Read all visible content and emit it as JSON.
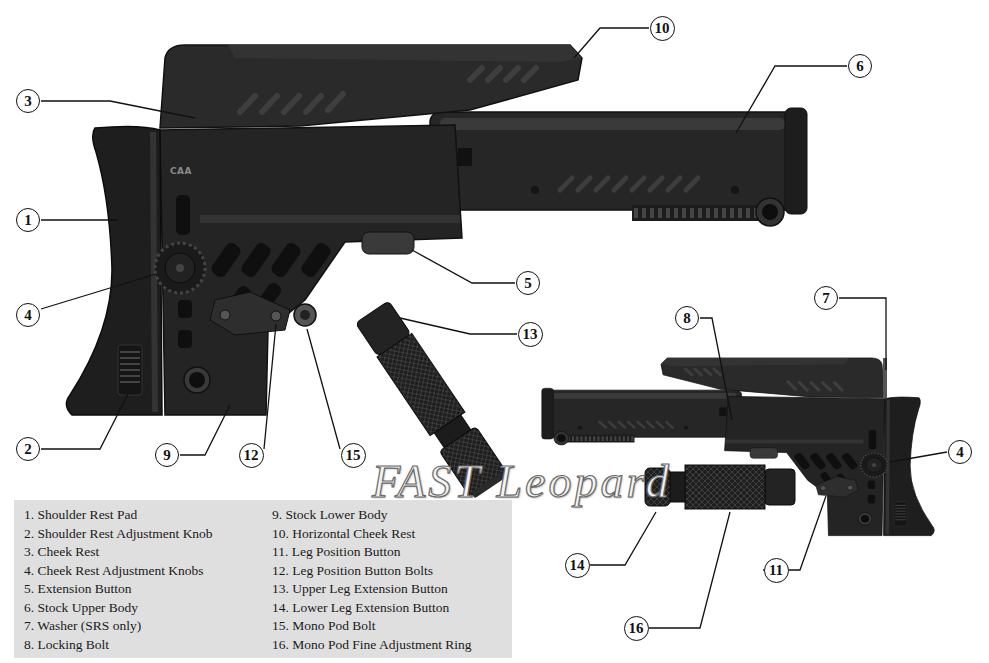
{
  "diagram": {
    "nodes": [
      {
        "text": [
          "10"
        ]
      },
      {
        "text": [
          "6"
        ]
      },
      {
        "text": [
          "3"
        ]
      },
      {
        "text": [
          "1"
        ]
      },
      {
        "text": [
          "5"
        ]
      },
      {
        "text": [
          "7"
        ]
      },
      {
        "text": [
          "4"
        ]
      },
      {
        "text": [
          "8"
        ]
      },
      {
        "text": [
          "13"
        ]
      },
      {
        "text": [
          "2"
        ]
      },
      {
        "text": [
          "4"
        ]
      },
      {
        "text": [
          "9"
        ]
      },
      {
        "text": [
          "12"
        ]
      },
      {
        "text": [
          "15"
        ]
      },
      {
        "text": [
          "14"
        ]
      },
      {
        "text": [
          "11"
        ]
      },
      {
        "text": [
          "16"
        ]
      }
    ],
    "labels": [
      "CAA",
      "1. Shoulder Rest Pad",
      "2. Shoulder Rest Adjustment Knob",
      "3. Cheek Rest",
      "4. Cheek Rest Adjustment Knobs",
      "5. Extension Button",
      "6. Stock Upper Body",
      "7. Washer (SRS only)",
      "8. Locking Bolt",
      "9. Stock Lower Body",
      "10. Horizontal Cheek Rest",
      "11. Leg Position Button",
      "12. Leg Position Button Bolts",
      "13. Upper Leg Extension Button",
      "14. Lower Leg Extension Button",
      "15. Mono Pod Bolt",
      "16. Mono Pod Fine Adjustment Ring",
      "FAST Leopard"
    ]
  }
}
